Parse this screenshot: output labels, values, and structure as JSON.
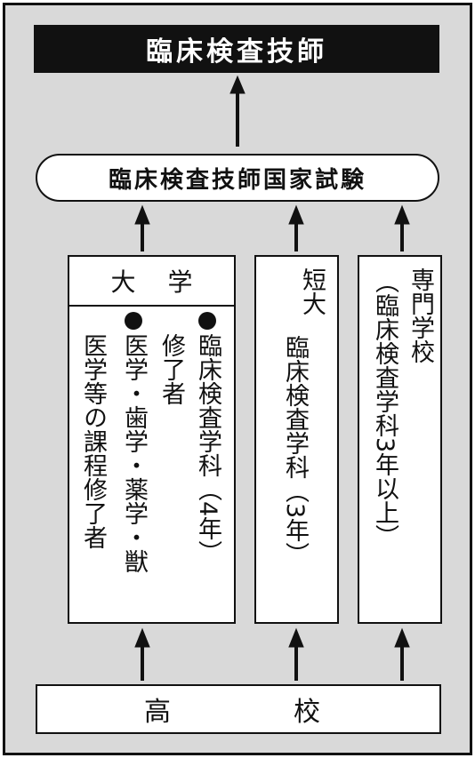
{
  "top": {
    "title": "臨床検査技師"
  },
  "exam": {
    "label": "臨床検査技師国家試験"
  },
  "university": {
    "header_left": "大",
    "header_right": "学",
    "col1_line1": "臨床検査学科（4年）",
    "col1_line2": "修了者",
    "col2_line1": "医学・歯学・薬学・獣",
    "col2_line2": "医学等の課程修了者"
  },
  "junior_college": {
    "line1": "短大",
    "line2": "臨床検査学科（3年）"
  },
  "vocational": {
    "line1": "専門学校",
    "line2": "（臨床検査学科3年以上）"
  },
  "high_school": {
    "left": "高",
    "right": "校"
  }
}
